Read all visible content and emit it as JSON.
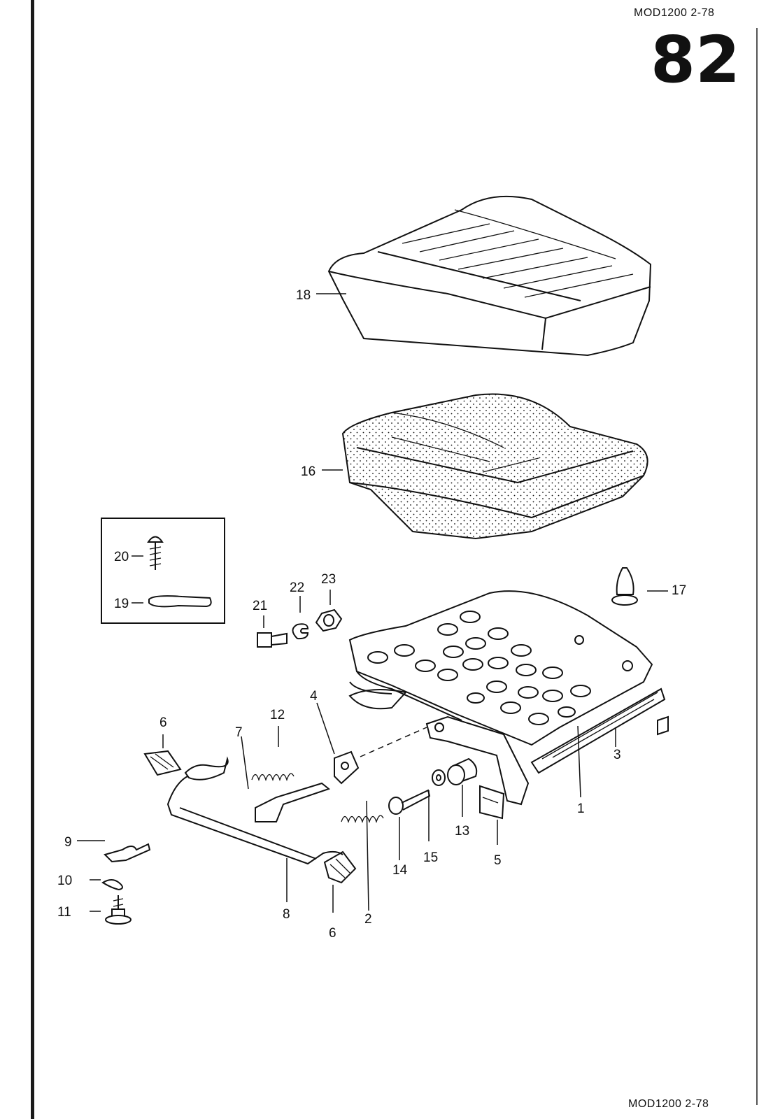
{
  "header": {
    "model_code": "MOD1200  2-78",
    "page_number": "82"
  },
  "footer": {
    "model_code": "MOD1200  2-78"
  },
  "callouts": {
    "c1": "1",
    "c2": "2",
    "c3": "3",
    "c4": "4",
    "c5": "5",
    "c6a": "6",
    "c6b": "6",
    "c7": "7",
    "c8": "8",
    "c9": "9",
    "c10": "10",
    "c11": "11",
    "c12": "12",
    "c13": "13",
    "c14": "14",
    "c15": "15",
    "c16": "16",
    "c17": "17",
    "c18": "18",
    "c19": "19",
    "c20": "20",
    "c21": "21",
    "c22": "22",
    "c23": "23"
  }
}
